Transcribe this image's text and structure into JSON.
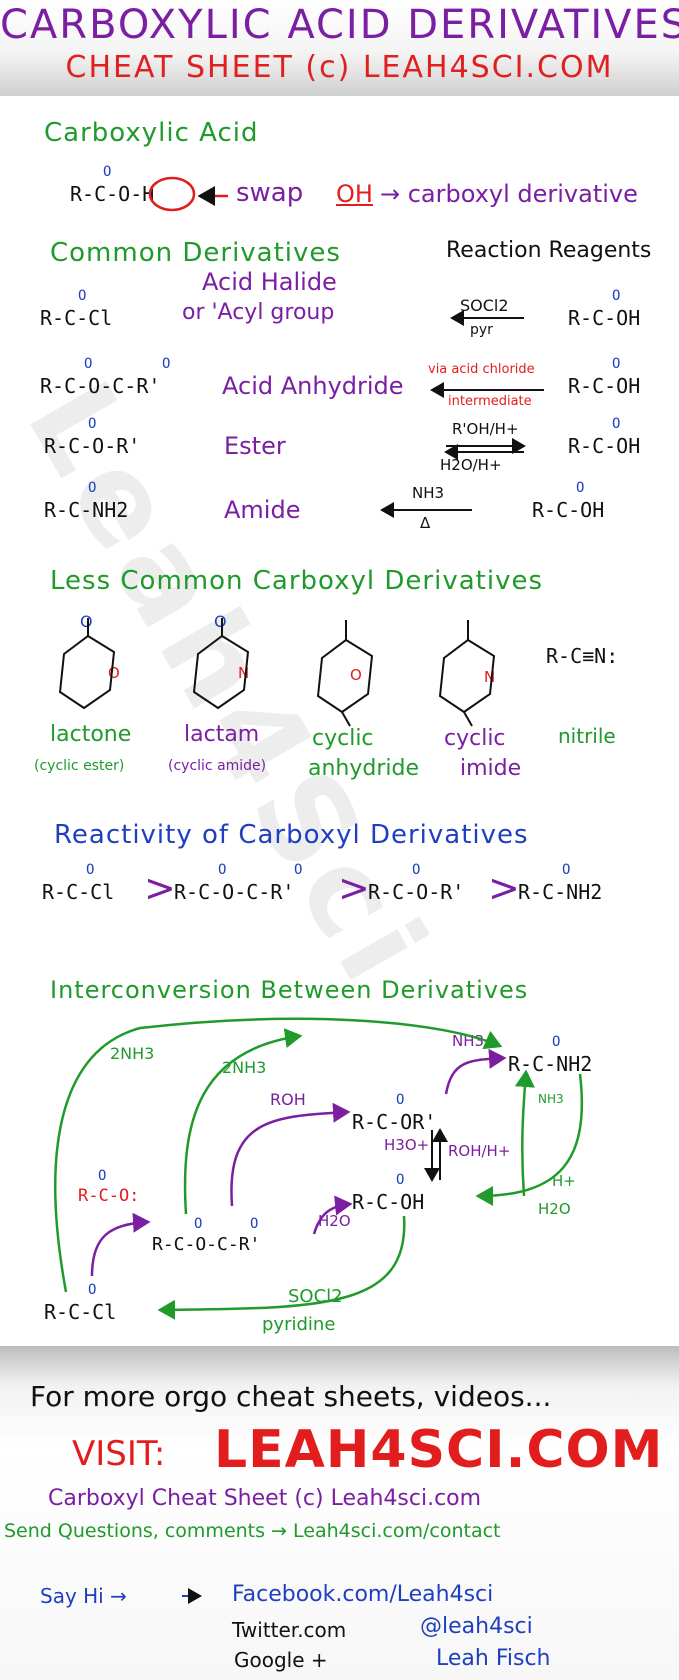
{
  "header": {
    "title": "CARBOXYLIC ACID DERIVATIVES",
    "subtitle": "CHEAT SHEET (c) LEAH4SCI.COM"
  },
  "watermark": "Leah4Sci",
  "carboxylic_acid": {
    "heading": "Carboxylic Acid",
    "structure": "R-C-O-H",
    "carbonyl_o": "O",
    "swap_label": "swap",
    "oh_label": "OH",
    "arrow_label": "→ carboxyl derivative"
  },
  "common": {
    "heading": "Common Derivatives",
    "reagents_heading": "Reaction Reagents",
    "rows": [
      {
        "structure": "R-C-Cl",
        "name": "Acid Halide",
        "name2": "or 'Acyl group",
        "reagent_top": "SOCl2",
        "reagent_bottom": "pyr",
        "product": "R-C-OH"
      },
      {
        "structure": "R-C-O-C-R'",
        "name": "Acid Anhydride",
        "name2": "",
        "reagent_top": "via acid chloride",
        "reagent_bottom": "intermediate",
        "product": "R-C-OH"
      },
      {
        "structure": "R-C-O-R'",
        "name": "Ester",
        "name2": "",
        "reagent_top": "R'OH/H+",
        "reagent_bottom": "H2O/H+",
        "product": "R-C-OH"
      },
      {
        "structure": "R-C-NH2",
        "name": "Amide",
        "name2": "",
        "reagent_top": "NH3",
        "reagent_bottom": "Δ",
        "product": "R-C-OH"
      }
    ]
  },
  "less_common": {
    "heading": "Less Common Carboxyl Derivatives",
    "items": [
      {
        "name": "lactone",
        "note": "(cyclic ester)"
      },
      {
        "name": "lactam",
        "note": "(cyclic amide)"
      },
      {
        "name": "cyclic",
        "note": "anhydride"
      },
      {
        "name": "cyclic",
        "note": "imide"
      },
      {
        "name": "nitrile",
        "note": ""
      }
    ],
    "nitrile_structure": "R-C≡N:",
    "ring_o": "O",
    "ring_n": "N"
  },
  "reactivity": {
    "heading": "Reactivity of Carboxyl Derivatives",
    "items": [
      "R-C-Cl",
      "R-C-O-C-R'",
      "R-C-O-R'",
      "R-C-NH2"
    ],
    "separator": ">"
  },
  "interconversion": {
    "heading": "Interconversion Between Derivatives",
    "labels": {
      "nh3_a": "2NH3",
      "nh3_b": "2NH3",
      "roh": "ROH",
      "nh3_c": "NH3",
      "nh3_d": "NH3",
      "h3o": "H3O+",
      "roh_h": "ROH/H+",
      "h_plus": "H+",
      "h2o_a": "H2O",
      "h2o_b": "H2O",
      "socl2": "SOCl2",
      "pyridine": "pyridine"
    },
    "structures": {
      "amide": "R-C-NH2",
      "ester": "R-C-OR'",
      "acid": "R-C-OH",
      "carboxylate": "R-C-O:",
      "anhydride": "R-C-O-C-R'",
      "chloride": "R-C-Cl"
    }
  },
  "footer": {
    "line1": "For more orgo cheat sheets, videos...",
    "visit": "VISIT:",
    "site": "LEAH4SCI.COM",
    "line3": "Carboxyl Cheat Sheet (c) Leah4sci.com",
    "line4": "Send Questions, comments → Leah4sci.com/contact",
    "say_hi": "Say Hi →",
    "social": [
      "Facebook.com/Leah4sci",
      "Twitter.com",
      "@leah4sci",
      "Google +",
      "Leah Fisch"
    ]
  },
  "colors": {
    "purple": "#7a1fa2",
    "red": "#e21d1d",
    "green": "#1f9a2b",
    "blue": "#1f3fbf"
  }
}
